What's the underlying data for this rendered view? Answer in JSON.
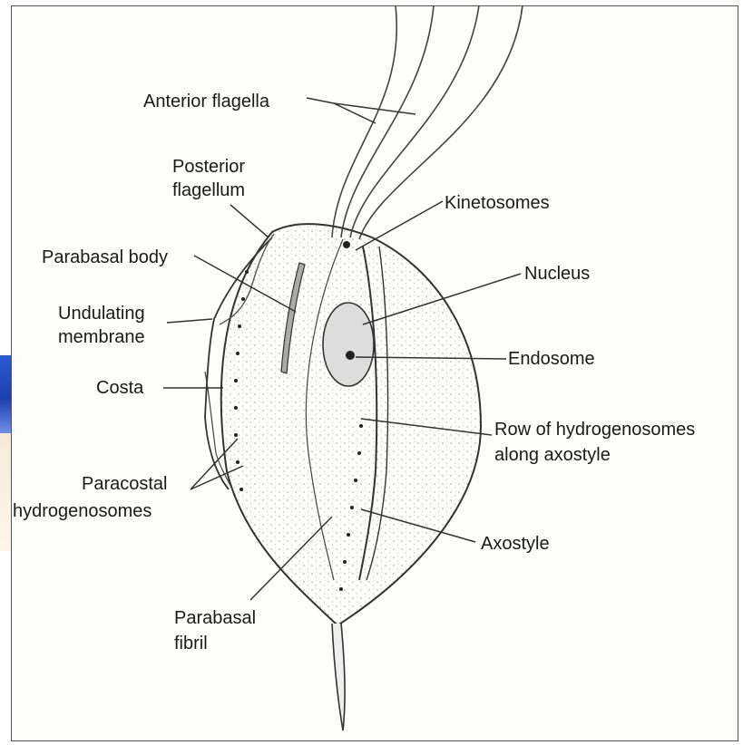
{
  "labels": {
    "anterior_flagella": "Anterior flagella",
    "posterior_flagellum_1": "Posterior",
    "posterior_flagellum_2": "flagellum",
    "kinetosomes": "Kinetosomes",
    "parabasal_body": "Parabasal body",
    "nucleus": "Nucleus",
    "undulating_membrane_1": "Undulating",
    "undulating_membrane_2": "membrane",
    "endosome": "Endosome",
    "costa": "Costa",
    "row_hydrogenosomes_1": "Row of hydrogenosomes",
    "row_hydrogenosomes_2": "along axostyle",
    "paracostal_hydrogenosomes_1": "Paracostal",
    "paracostal_hydrogenosomes_2": "hydrogenosomes",
    "axostyle": "Axostyle",
    "parabasal_fibril_1": "Parabasal",
    "parabasal_fibril_2": "fibril"
  }
}
